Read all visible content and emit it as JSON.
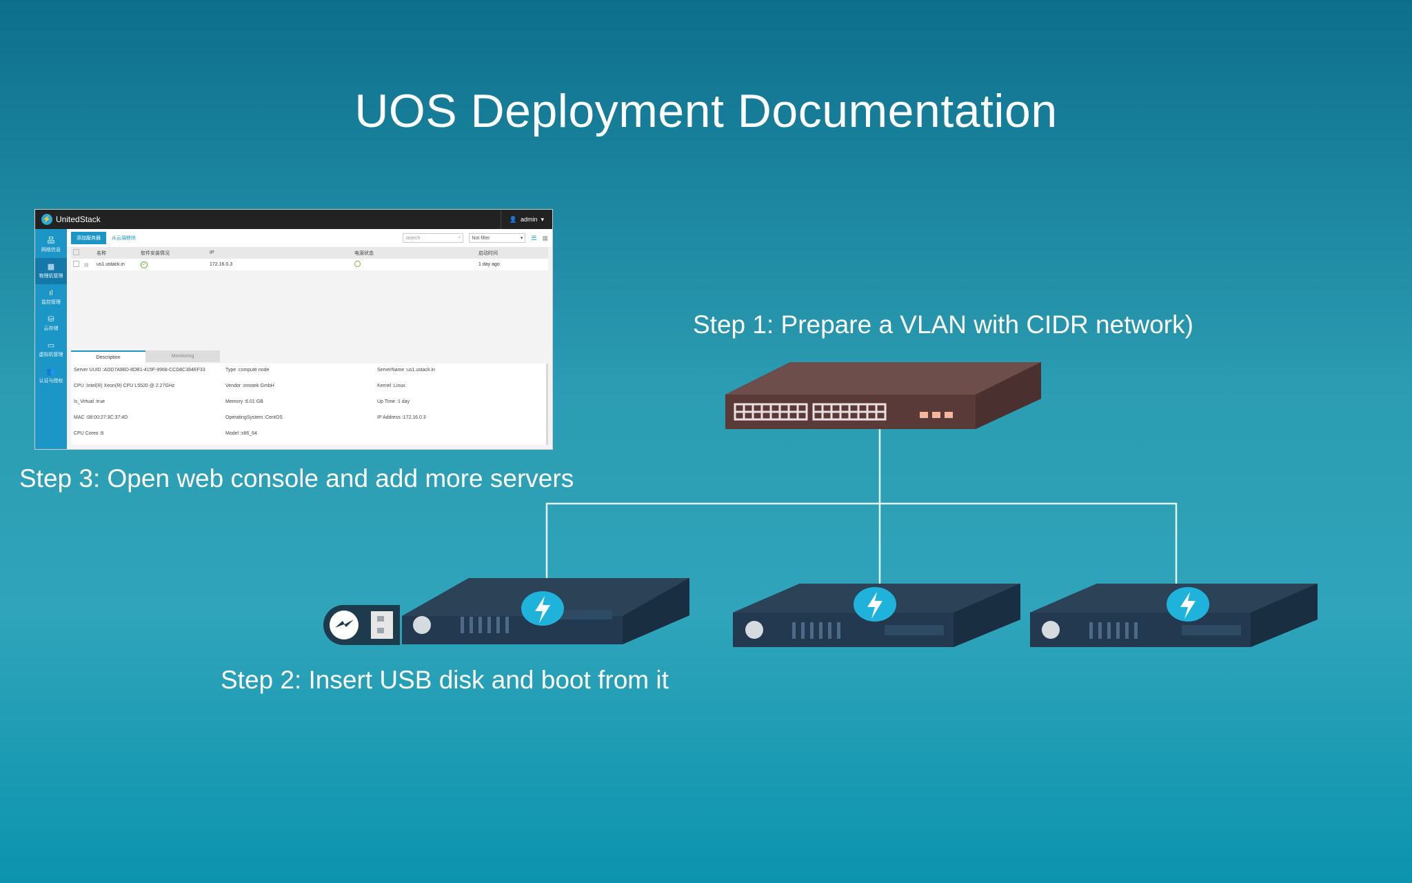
{
  "title": "UOS Deployment Documentation",
  "steps": {
    "step1": "Step 1: Prepare a VLAN with CIDR network)",
    "step2": "Step 2: Insert USB disk and boot from it",
    "step3": "Step 3: Open web console and add more servers"
  },
  "console": {
    "brand": "UnitedStack",
    "user": "admin",
    "sidebar": [
      {
        "label": "网络信息",
        "icon": "network-icon"
      },
      {
        "label": "物理机管理",
        "icon": "server-icon"
      },
      {
        "label": "监控管理",
        "icon": "chart-icon"
      },
      {
        "label": "云存储",
        "icon": "storage-icon"
      },
      {
        "label": "虚拟机管理",
        "icon": "monitor-icon"
      },
      {
        "label": "认证与授权",
        "icon": "users-icon"
      }
    ],
    "toolbar": {
      "add_button": "添加服务器",
      "remove_link": "从云端移除",
      "search_placeholder": "search",
      "filter_value": "Not filter"
    },
    "table": {
      "headers": [
        "名称",
        "软件安装情况",
        "IP",
        "电源状态",
        "启动时间"
      ],
      "rows": [
        {
          "name": "us1.ustack.in",
          "ip": "172.16.0.3",
          "uptime": "1 day ago"
        }
      ]
    },
    "tabs": [
      "Description",
      "Monitoring"
    ],
    "details": {
      "col1": [
        "Server UUID :ADD7A96D-8DB1-415F-9968-CCD8C384EF33",
        "CPU :Intel(R) Xeon(R) CPU L5520 @ 2.27GHz",
        "Is_Virtual :true",
        "MAC :08:00:27:3C:37:4D",
        "CPU Cores :8"
      ],
      "col2": [
        "Type :compute node",
        "Vendor :innotek GmbH",
        "Memory :6.01 GB",
        "OperatingSystem :CentOS",
        "Model :x86_64"
      ],
      "col3": [
        "ServerName :us1.ustack.in",
        "Kernel :Linux",
        "Up Time :1 day",
        "IP Address :172.16.0.3"
      ]
    }
  },
  "colors": {
    "switch_body": "#5a3a38",
    "server_body": "#1f3346",
    "accent": "#1fb3dc",
    "link_line": "#e8f4f7"
  }
}
